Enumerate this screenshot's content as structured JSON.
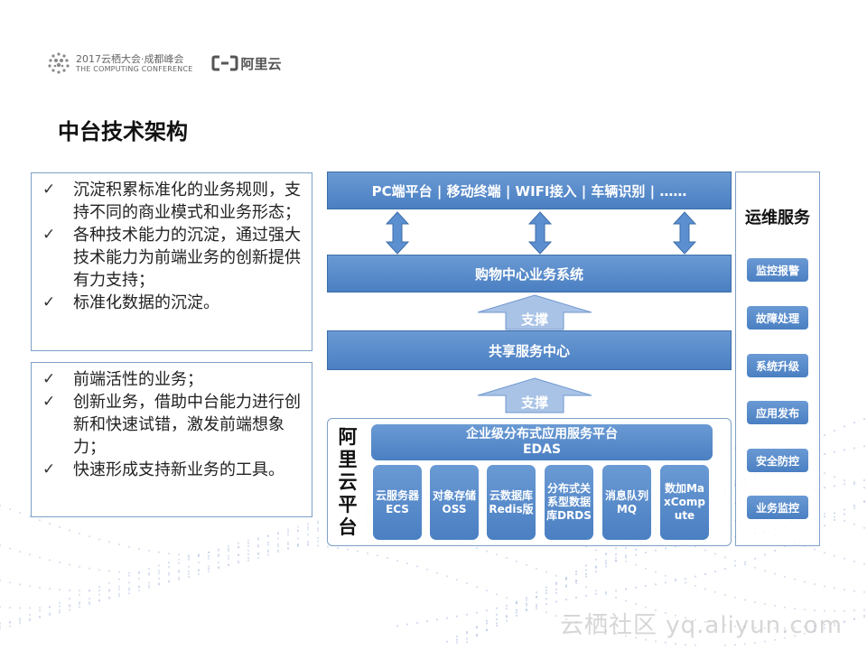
{
  "header": {
    "conference_line1": "2017云栖大会·成都峰会",
    "conference_line2": "THE COMPUTING CONFERENCE",
    "aliyun_logo_text": "阿里云"
  },
  "title": "中台技术架构",
  "left_boxes": [
    {
      "items": [
        "沉淀积累标准化的业务规则，支持不同的商业模式和业务形态；",
        "各种技术能力的沉淀，通过强大技术能力为前端业务的创新提供有力支持；",
        "标准化数据的沉淀。"
      ]
    },
    {
      "items": [
        "前端活性的业务；",
        "创新业务，借助中台能力进行创新和快速试错，激发前端想象力；",
        "快速形成支持新业务的工具。"
      ]
    }
  ],
  "check_glyph": "✓",
  "diagram": {
    "top_bar": "PC端平台 | 移动终端 | WIFI接入 | 车辆识别 | ……",
    "mall_system": "购物中心业务系统",
    "support_label": "支撑",
    "shared_center": "共享服务中心",
    "platform_label": "阿里云平台",
    "edas_line1": "企业级分布式应用服务平台",
    "edas_line2": "EDAS",
    "services": [
      "云服务器ECS",
      "对象存储OSS",
      "云数据库Redis版",
      "分布式关系型数据库DRDS",
      "消息队列MQ",
      "数加MaxCompute"
    ]
  },
  "ops": {
    "title": "运维服务",
    "items": [
      "监控报警",
      "故障处理",
      "系统升级",
      "应用发布",
      "安全防控",
      "业务监控"
    ]
  },
  "watermark": "云栖社区 yq.aliyun.com",
  "colors": {
    "accent_blue": "#4a7fc2",
    "border_blue": "#7da0c7"
  }
}
